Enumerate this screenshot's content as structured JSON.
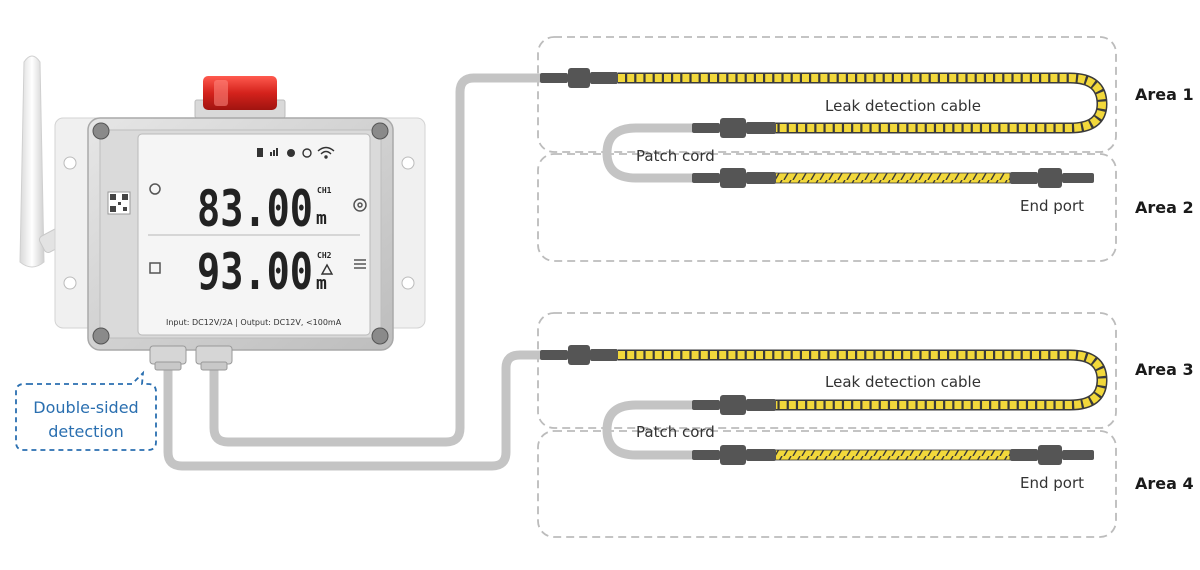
{
  "labels": {
    "leak_cable_1": "Leak detection cable",
    "patch_cord_1": "Patch cord",
    "end_port_1": "End port",
    "leak_cable_2": "Leak detection cable",
    "patch_cord_2": "Patch cord",
    "end_port_2": "End port"
  },
  "areas": [
    "Area 1",
    "Area 2",
    "Area 3",
    "Area 4"
  ],
  "callout": {
    "line1": "Double-sided",
    "line2": "detection"
  },
  "device": {
    "reading_1": "83.00",
    "reading_2": "93.00",
    "unit": "m",
    "channel_1": "CH1",
    "channel_2": "CH2",
    "footer_input_label": "Input:",
    "footer_input_value": "DC12V/2A",
    "footer_sep": "|",
    "footer_output_label": "Output:",
    "footer_output_value": "DC12V, <100mA"
  },
  "colors": {
    "sensing_cable": "#f2d83b",
    "cable_stripe": "#3a3a3a",
    "patch_cord": "#c4c4c4",
    "connector": "#555555",
    "area_border": "#bcbcbc",
    "callout_border": "#2a6fb0",
    "alarm_light": "#d42a2a"
  },
  "icons": [
    "antenna-icon",
    "alarm-light-icon",
    "settings-icon",
    "menu-icon",
    "warning-icon",
    "wifi-icon",
    "signal-icon",
    "qr-code-icon"
  ]
}
